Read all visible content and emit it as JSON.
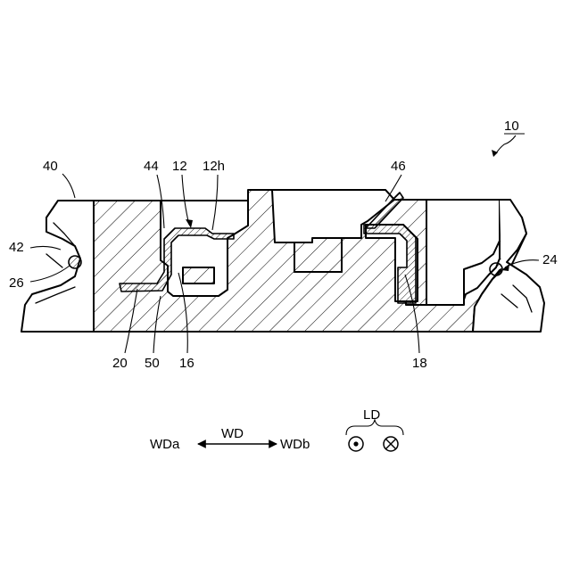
{
  "figure": {
    "ref_number": "10",
    "labels": {
      "l40": "40",
      "l44": "44",
      "l12": "12",
      "l12h": "12h",
      "l46": "46",
      "l42": "42",
      "l26": "26",
      "l24": "24",
      "l20": "20",
      "l50": "50",
      "l16": "16",
      "l18": "18"
    }
  },
  "legend": {
    "wd_label": "WD",
    "wda_label": "WDa",
    "wdb_label": "WDb",
    "ld_label": "LD"
  }
}
